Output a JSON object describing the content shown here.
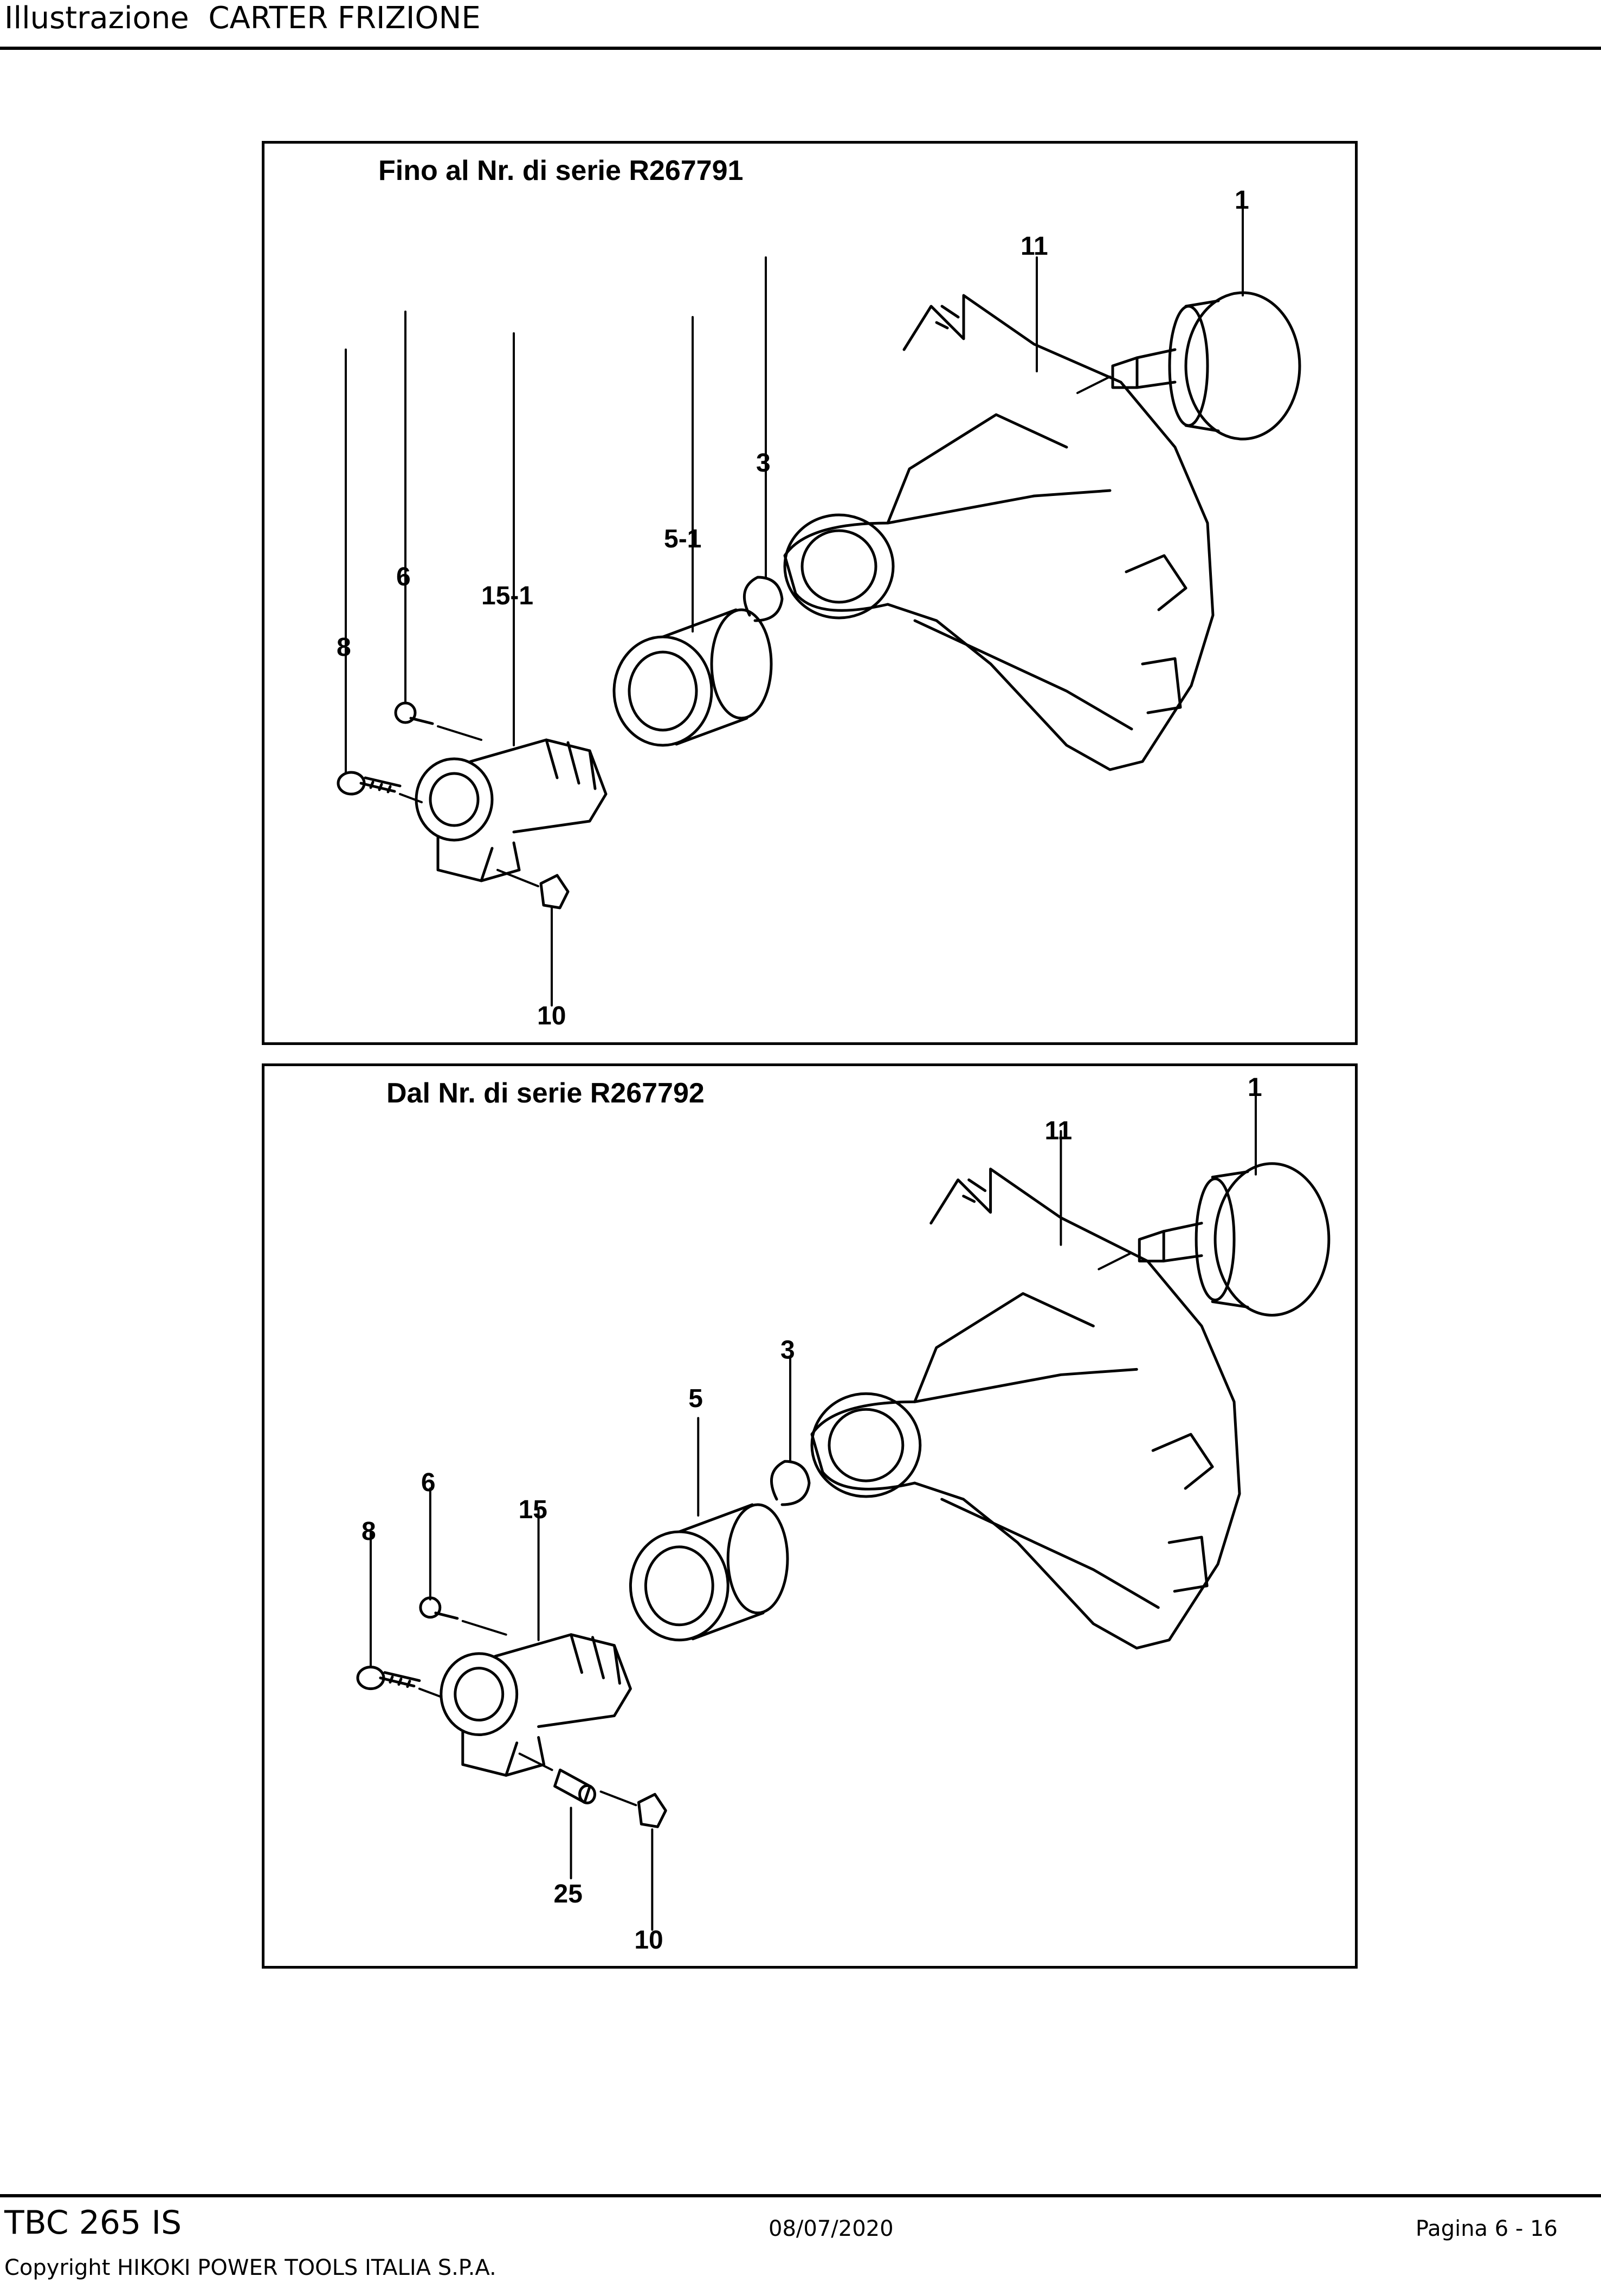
{
  "header": {
    "title": "Illustrazione  CARTER FRIZIONE"
  },
  "panels": [
    {
      "caption": "Fino al Nr. di serie R267791",
      "callouts": [
        "1",
        "11",
        "3",
        "5-1",
        "6",
        "15-1",
        "8",
        "10"
      ]
    },
    {
      "caption": "Dal Nr. di serie R267792",
      "callouts": [
        "1",
        "11",
        "3",
        "5",
        "6",
        "15",
        "8",
        "25",
        "10"
      ]
    }
  ],
  "footer": {
    "model": "TBC 265 IS",
    "copyright": "Copyright HIKOKI POWER TOOLS ITALIA S.P.A.",
    "date": "08/07/2020",
    "page": "Pagina 6 - 16"
  }
}
